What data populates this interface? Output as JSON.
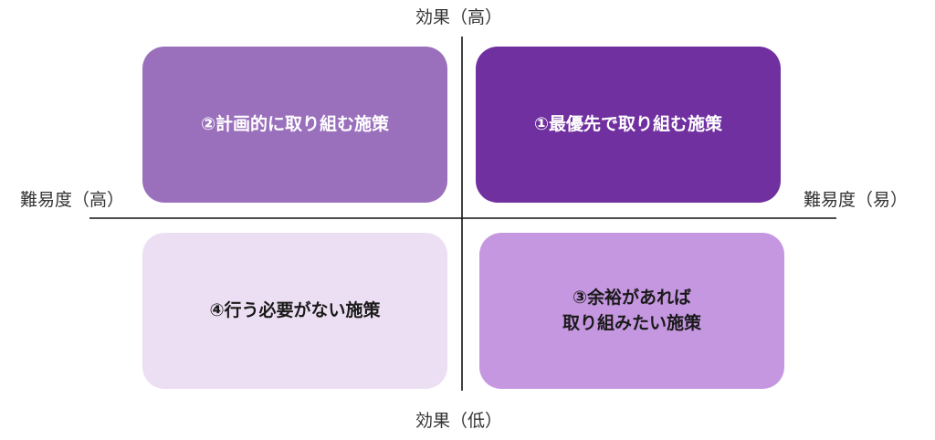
{
  "axes": {
    "y_top_label": "効果（高）",
    "y_bottom_label": "効果（低）",
    "x_left_label": "難易度（高）",
    "x_right_label": "難易度（易）"
  },
  "quadrants": {
    "top_left": {
      "label": "②計画的に取り組む施策",
      "bg": "#9a70bd",
      "fg": "#ffffff"
    },
    "top_right": {
      "label": "①最優先で取り組む施策",
      "bg": "#7030a0",
      "fg": "#ffffff"
    },
    "bottom_left": {
      "label": "④行う必要がない施策",
      "bg": "#ecdff3",
      "fg": "#1a1a1a"
    },
    "bottom_right": {
      "label": "③余裕があれば\n取り組みたい施策",
      "bg": "#c597e0",
      "fg": "#1a1a1a"
    }
  },
  "colors": {
    "axis": "#111111"
  }
}
